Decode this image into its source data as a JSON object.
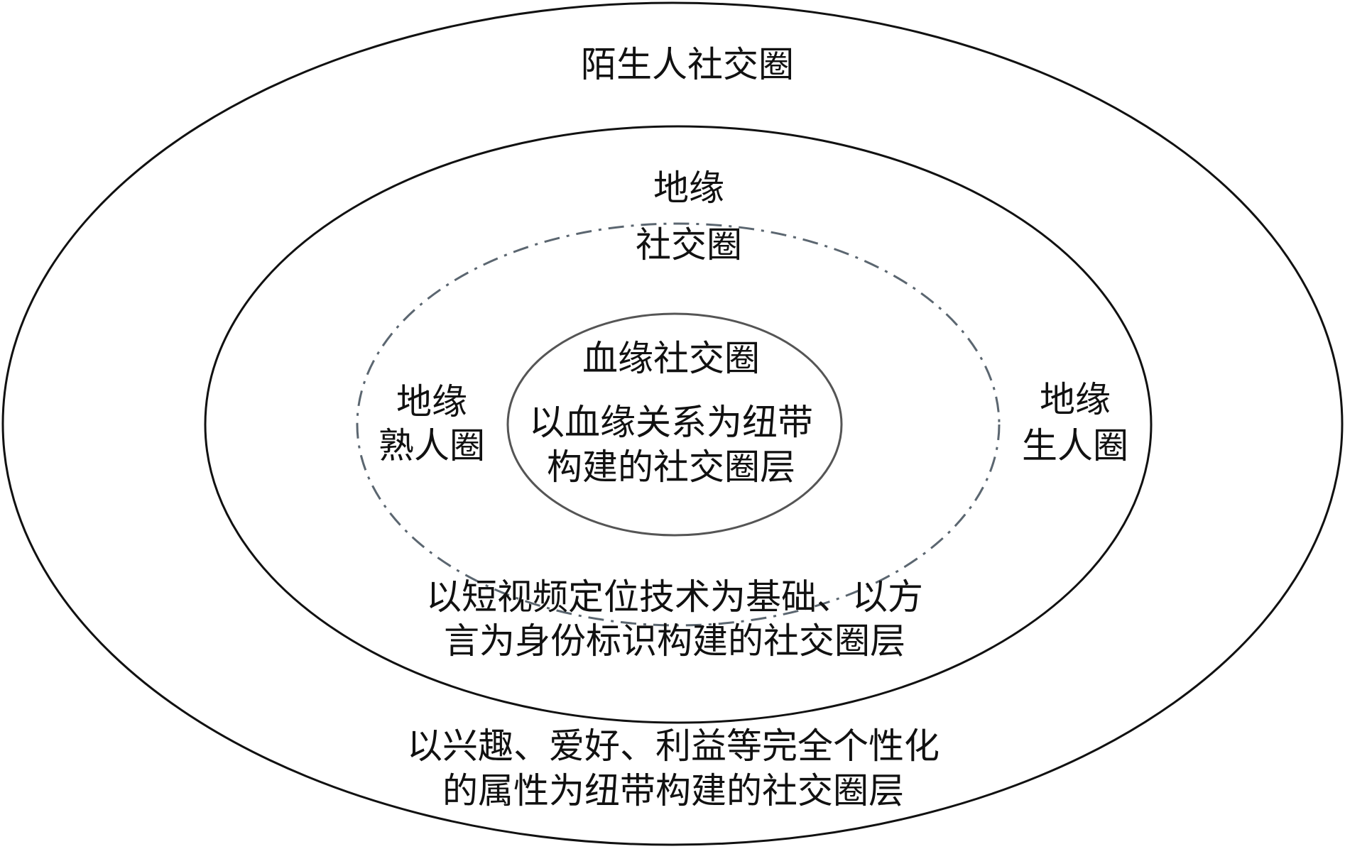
{
  "colors": {
    "outer_ellipse": "#111111",
    "middle_ellipse": "#111111",
    "dashdot_ellipse": "#5b6670",
    "inner_ellipse": "#555555",
    "text": "#111111",
    "background": "#ffffff"
  },
  "stranger_circle": {
    "title": "陌生人社交圈",
    "description_line1": "以兴趣、爱好、利益等完全个性化",
    "description_line2": "的属性为纽带构建的社交圈层"
  },
  "geo_circle": {
    "title_line1": "地缘",
    "title_line2": "社交圈",
    "description_line1": "以短视频定位技术为基础、以方",
    "description_line2": "言为身份标识构建的社交圈层",
    "acquaintance_line1": "地缘",
    "acquaintance_line2": "熟人圈",
    "stranger_line1": "地缘",
    "stranger_line2": "生人圈"
  },
  "blood_circle": {
    "title": "血缘社交圈",
    "description_line1": "以血缘关系为纽带",
    "description_line2": "构建的社交圈层"
  }
}
